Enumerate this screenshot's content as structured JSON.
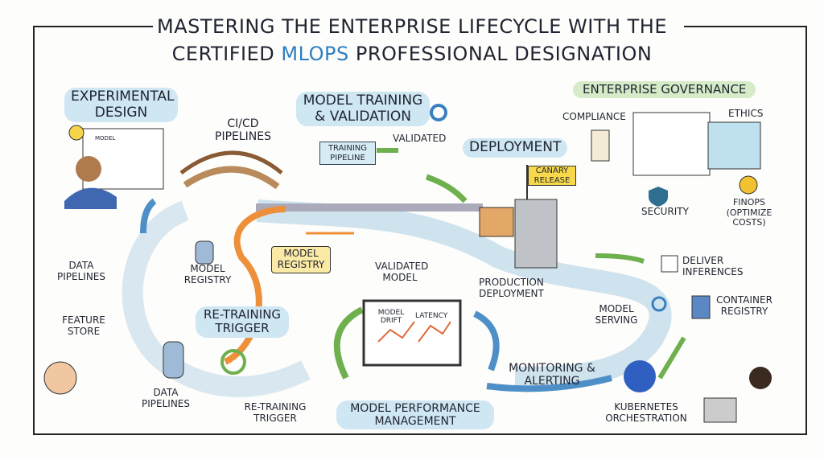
{
  "title": {
    "line1": "MASTERING THE ENTERPRISE LIFECYCLE WITH THE",
    "line2_pre": "CERTIFIED",
    "line2_accent": "MLOPS",
    "line2_post": "PROFESSIONAL DESIGNATION",
    "accent_color": "#2f7fc1"
  },
  "stages": {
    "experimental_design": "EXPERIMENTAL DESIGN",
    "model_whiteboard": "MODEL",
    "cicd": "CI/CD PIPELINES",
    "training_validation": "MODEL TRAINING & VALIDATION",
    "training_pipeline": "TRAINING PIPELINE",
    "validated": "VALIDATED",
    "deployment": "DEPLOYMENT",
    "canary": "CANARY RELEASE",
    "governance": "ENTERPRISE GOVERNANCE",
    "compliance": "COMPLIANCE",
    "ethics": "ETHICS",
    "security": "SECURITY",
    "finops": "FINOPS (OPTIMIZE COSTS)",
    "data_pipelines_top": "DATA PIPELINES",
    "model_registry_small": "MODEL REGISTRY",
    "model_registry_box": "MODEL REGISTRY",
    "validated_model": "VALIDATED MODEL",
    "production_deployment": "PRODUCTION DEPLOYMENT",
    "deliver_inferences": "DELIVER INFERENCES",
    "feature_store": "FEATURE STORE",
    "retraining_trigger_pill": "RE-TRAINING TRIGGER",
    "model_drift": "MODEL DRIFT",
    "latency": "LATENCY",
    "model_serving": "MODEL SERVING",
    "container_registry": "CONTAINER REGISTRY",
    "monitoring": "MONITORING & ALERTING",
    "data_pipelines_bottom": "DATA PIPELINES",
    "retraining_trigger_small": "RE-TRAINING TRIGGER",
    "performance": "MODEL PERFORMANCE MANAGEMENT",
    "kubernetes": "KUBERNETES ORCHESTRATION"
  },
  "colors": {
    "blue_pill": "#cfe6f3",
    "green_pill": "#d6ebc8",
    "arrow_green": "#6fb04e",
    "arrow_blue": "#4f8fc8",
    "arrow_orange": "#ee8f3a"
  }
}
